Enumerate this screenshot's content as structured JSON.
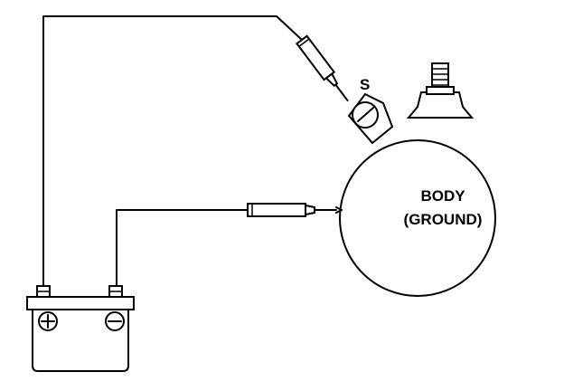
{
  "diagram": {
    "terminal_label": "S",
    "body_label_line1": "BODY",
    "body_label_line2": "(GROUND)"
  },
  "icons": {
    "battery": "battery-icon",
    "positive_terminal": "plus-in-circle-icon",
    "negative_terminal": "minus-in-circle-icon",
    "probe": "test-probe-icon"
  }
}
